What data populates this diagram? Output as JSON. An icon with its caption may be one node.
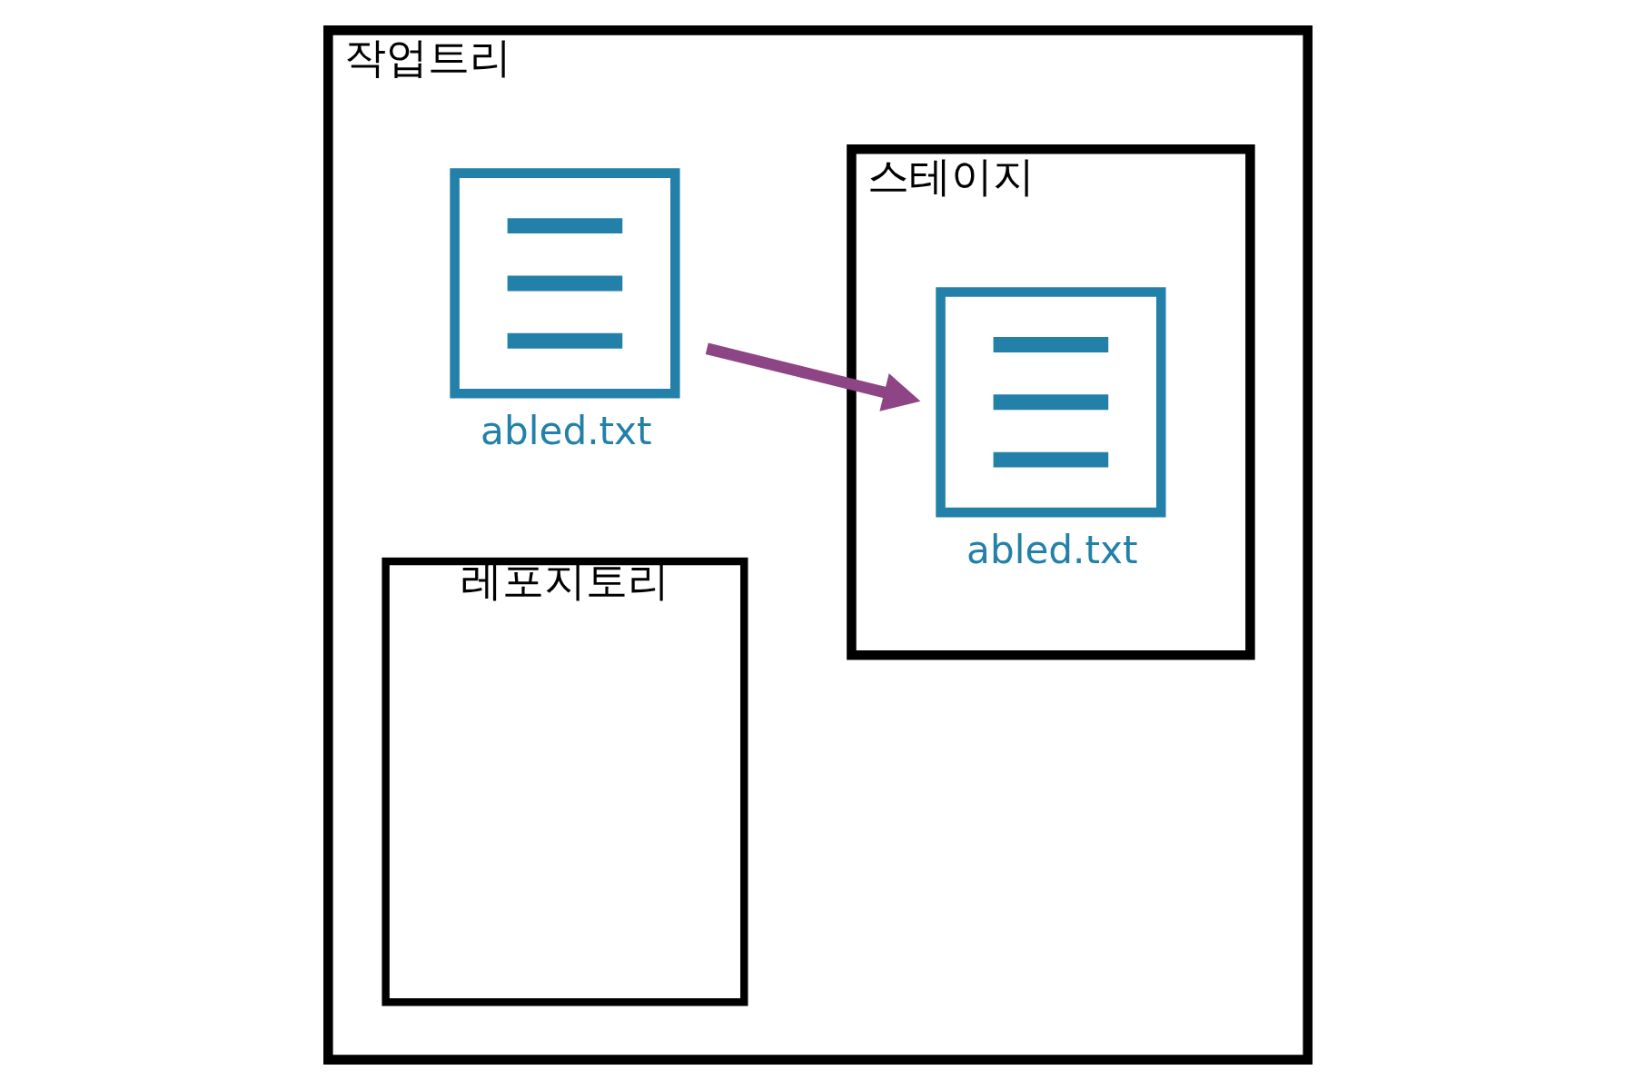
{
  "diagram": {
    "nodes": [
      {
        "text": [
          "작업트리"
        ]
      },
      {
        "text": [],
        "shape": "document",
        "beside": [
          "abled.txt"
        ],
        "in": 0
      },
      {
        "text": [
          "스테이지"
        ],
        "in": 0
      },
      {
        "text": [],
        "shape": "document",
        "beside": [
          "abled.txt"
        ],
        "in": 2
      },
      {
        "text": [
          "레포지토리"
        ],
        "in": 0
      }
    ],
    "edges": [
      {
        "from": 1,
        "to": 3,
        "arrow": "to",
        "color": "#8e4585"
      }
    ]
  }
}
